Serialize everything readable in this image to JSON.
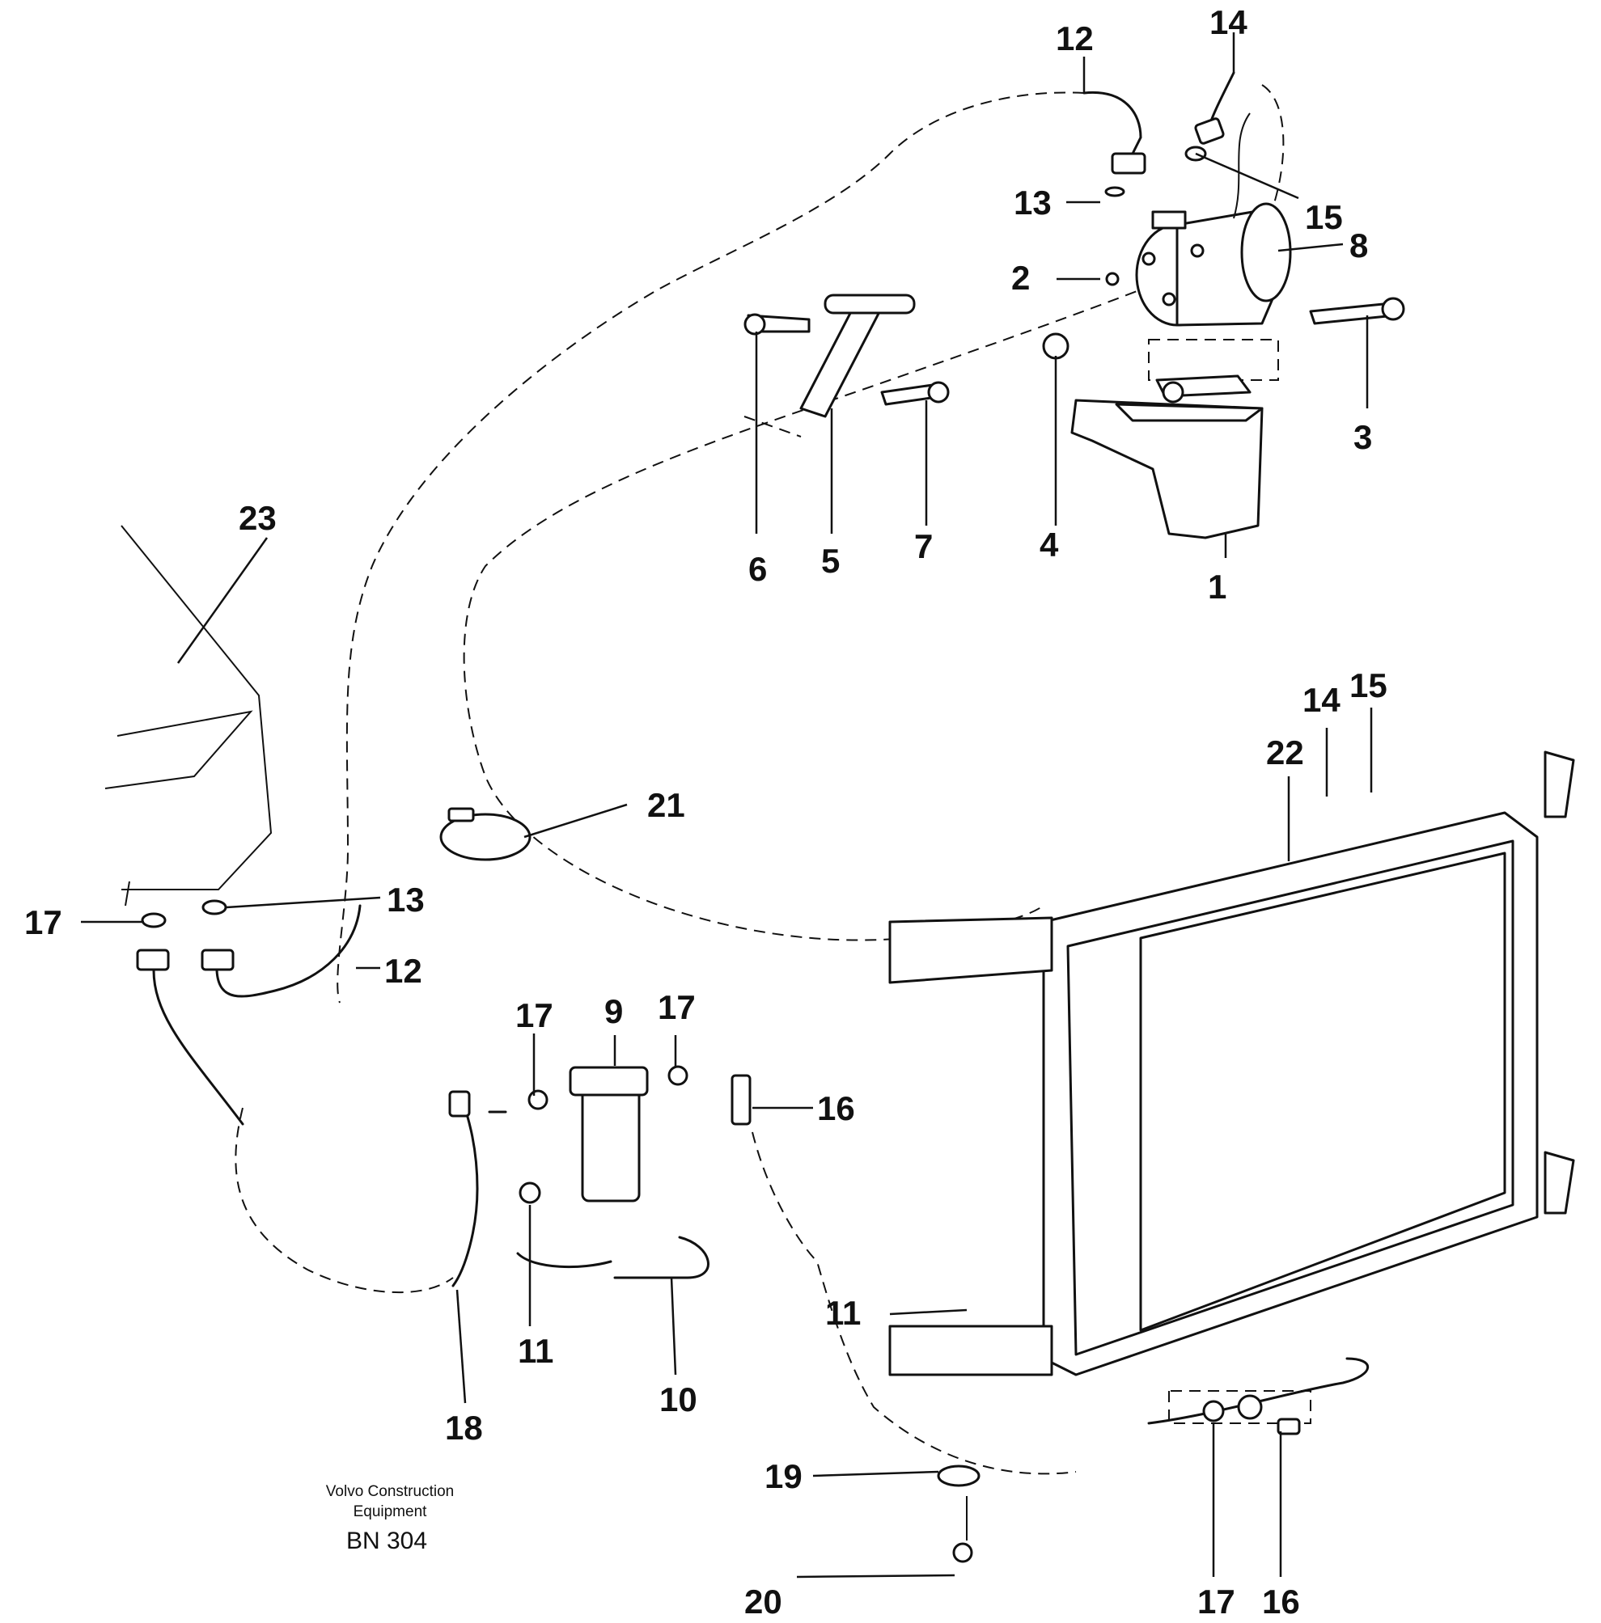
{
  "callouts": {
    "c1": "1",
    "c2": "2",
    "c3": "3",
    "c4": "4",
    "c5": "5",
    "c6": "6",
    "c7": "7",
    "c8": "8",
    "c9": "9",
    "c10": "10",
    "c11a": "11",
    "c11b": "11",
    "c12a": "12",
    "c12b": "12",
    "c13a": "13",
    "c13b": "13",
    "c14a": "14",
    "c14b": "14",
    "c15a": "15",
    "c15b": "15",
    "c16a": "16",
    "c16b": "16",
    "c17a": "17",
    "c17b": "17",
    "c17c": "17",
    "c17d": "17",
    "c18": "18",
    "c19": "19",
    "c20": "20",
    "c21": "21",
    "c22": "22",
    "c23": "23"
  },
  "caption": {
    "line1": "Volvo Construction",
    "line2": "Equipment",
    "code": "BN 304"
  }
}
